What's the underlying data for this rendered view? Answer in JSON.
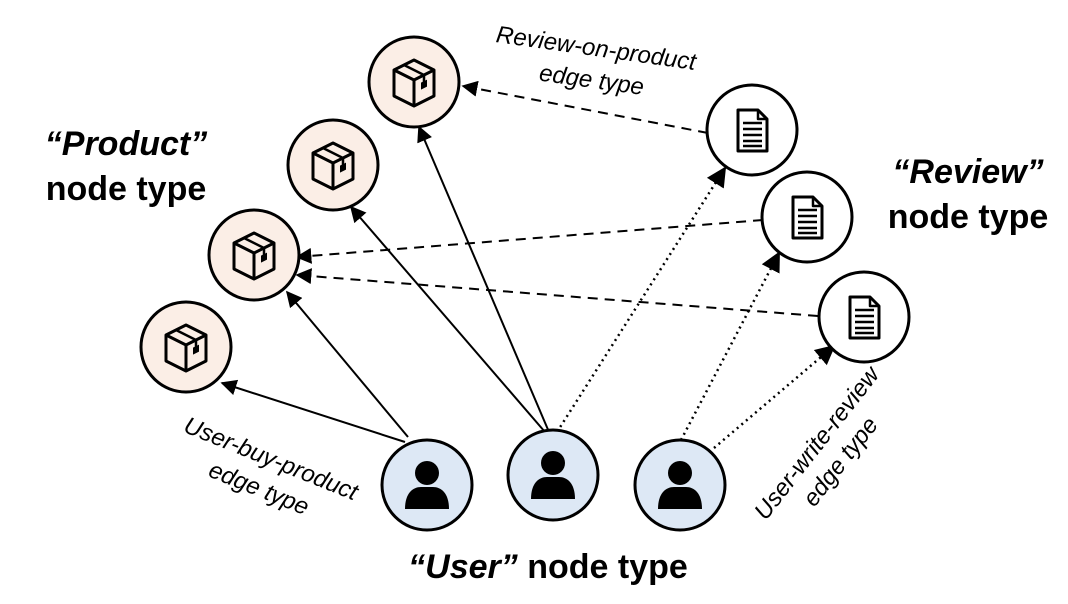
{
  "labels": {
    "product_type_line1": "“Product”",
    "product_type_line2": "node type",
    "review_type_line1": "“Review”",
    "review_type_line2": "node type",
    "user_type_quoted": "“User”",
    "user_type_rest": " node type",
    "review_on_product_line1": "Review-on-product",
    "review_on_product_line2": "edge type",
    "user_buy_product_line1": "User-buy-product",
    "user_buy_product_line2": "edge type",
    "user_write_review_line1": "User-write-review",
    "user_write_review_line2": "edge type"
  },
  "node_types": {
    "product": {
      "count": 4,
      "icon": "box-icon",
      "fill": "#fbeee6"
    },
    "review": {
      "count": 3,
      "icon": "document-icon",
      "fill": "#ffffff"
    },
    "user": {
      "count": 3,
      "icon": "person-icon",
      "fill": "#dde8f5"
    }
  },
  "edge_types": {
    "user_buy_product": {
      "style": "solid",
      "count": 4
    },
    "review_on_product": {
      "style": "dashed",
      "count": 3
    },
    "user_write_review": {
      "style": "dotted",
      "count": 3
    }
  },
  "colors": {
    "stroke": "#000000",
    "product_fill": "#fbeee6",
    "user_fill": "#dde8f5",
    "review_fill": "#ffffff"
  }
}
